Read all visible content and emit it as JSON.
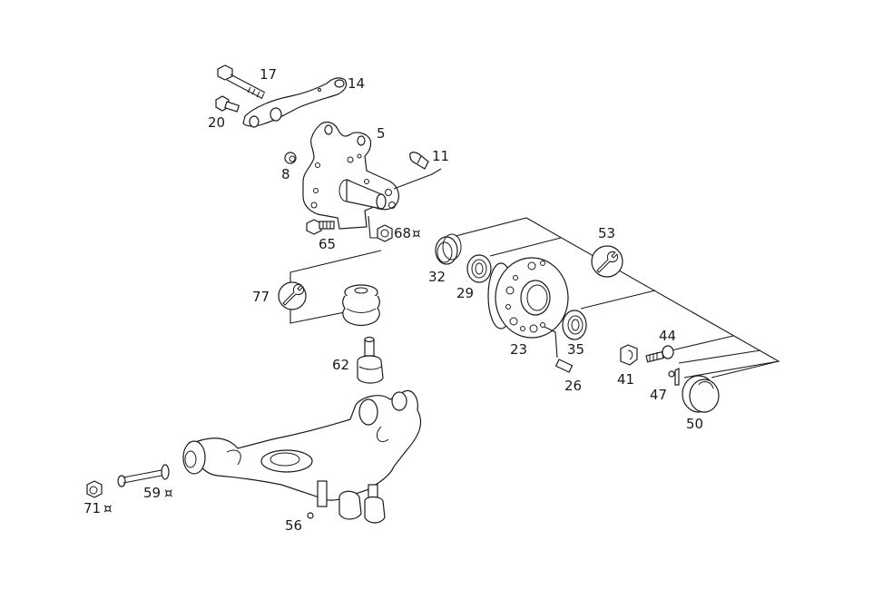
{
  "diagram": {
    "title": "Front axle suspension exploded view",
    "parts": [
      {
        "id": "17",
        "name": "bolt",
        "note": ""
      },
      {
        "id": "14",
        "name": "steering arm",
        "note": ""
      },
      {
        "id": "20",
        "name": "bolt",
        "note": ""
      },
      {
        "id": "5",
        "name": "steering knuckle",
        "note": ""
      },
      {
        "id": "8",
        "name": "plug",
        "note": ""
      },
      {
        "id": "11",
        "name": "grease nipple",
        "note": ""
      },
      {
        "id": "65",
        "name": "bolt",
        "note": ""
      },
      {
        "id": "68",
        "name": "nut",
        "note": "¤"
      },
      {
        "id": "77",
        "name": "repair kit",
        "note": ""
      },
      {
        "id": "62",
        "name": "ball joint",
        "note": ""
      },
      {
        "id": "32",
        "name": "seal ring",
        "note": ""
      },
      {
        "id": "29",
        "name": "inner bearing",
        "note": ""
      },
      {
        "id": "53",
        "name": "repair kit",
        "note": ""
      },
      {
        "id": "23",
        "name": "wheel hub",
        "note": ""
      },
      {
        "id": "35",
        "name": "outer bearing",
        "note": ""
      },
      {
        "id": "26",
        "name": "pin",
        "note": ""
      },
      {
        "id": "44",
        "name": "screw",
        "note": ""
      },
      {
        "id": "41",
        "name": "clamp nut",
        "note": ""
      },
      {
        "id": "47",
        "name": "contact spring",
        "note": ""
      },
      {
        "id": "50",
        "name": "hub cap",
        "note": ""
      },
      {
        "id": "71",
        "name": "nut",
        "note": "¤"
      },
      {
        "id": "59",
        "name": "bolt",
        "note": "¤"
      },
      {
        "id": "56",
        "name": "lower control arm",
        "note": ""
      }
    ]
  },
  "icons": {
    "repair_kit": "wrench-icon"
  },
  "colors": {
    "line": "#1a1a1a",
    "background": "#ffffff"
  }
}
